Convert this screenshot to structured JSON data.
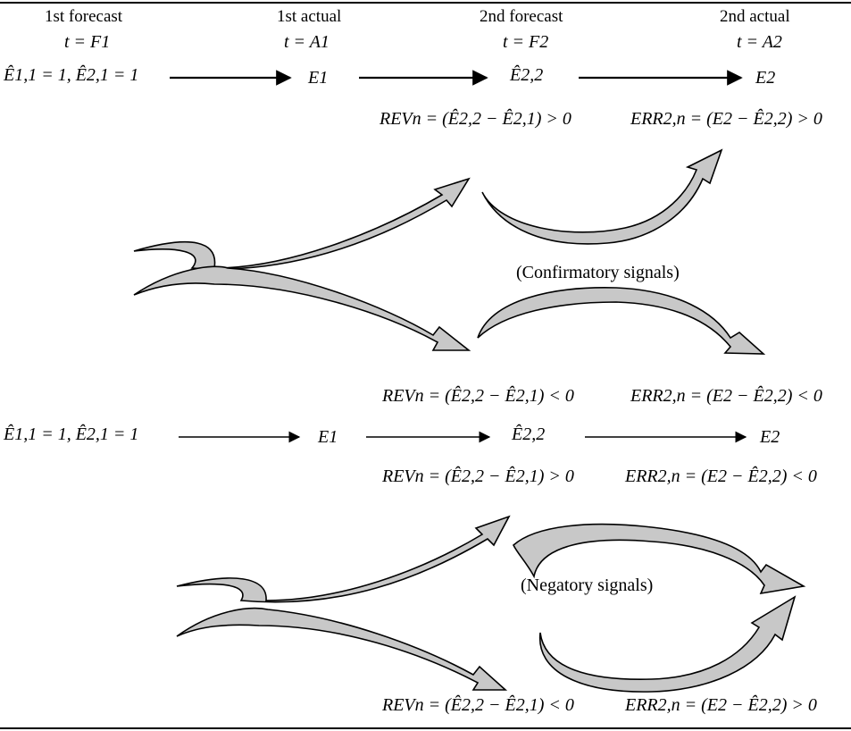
{
  "headers": {
    "first_forecast": "1st forecast",
    "first_actual": "1st actual",
    "second_forecast": "2nd forecast",
    "second_actual": "2nd actual"
  },
  "time_labels": {
    "f1": "t = F1",
    "a1": "t = A1",
    "f2": "t = F2",
    "a2": "t = A2"
  },
  "top_sequence": {
    "start": "Ê1,1 = 1, Ê2,1 = 1",
    "e1": "E1",
    "e22": "Ê2,2",
    "e2": "E2"
  },
  "top_conditions": {
    "rev": "REVn = (Ê2,2 − Ê2,1) > 0",
    "err": "ERR2,n = (E2 − Ê2,2) > 0"
  },
  "confirmatory_label": "(Confirmatory signals)",
  "middle_upper_conditions": {
    "rev": "REVn = (Ê2,2 − Ê2,1) < 0",
    "err": "ERR2,n = (E2 − Ê2,2) < 0"
  },
  "middle_sequence": {
    "start": "Ê1,1 = 1, Ê2,1 = 1",
    "e1": "E1",
    "e22": "Ê2,2",
    "e2": "E2"
  },
  "middle_lower_conditions": {
    "rev": "REVn = (Ê2,2 − Ê2,1) > 0",
    "err": "ERR2,n = (E2 − Ê2,2) < 0"
  },
  "negatory_label": "(Negatory signals)",
  "bottom_conditions": {
    "rev": "REVn = (Ê2,2 − Ê2,1) < 0",
    "err": "ERR2,n = (E2 − Ê2,2) > 0"
  },
  "colors": {
    "ribbon_fill": "#c8c8c8",
    "ink": "#000000"
  }
}
